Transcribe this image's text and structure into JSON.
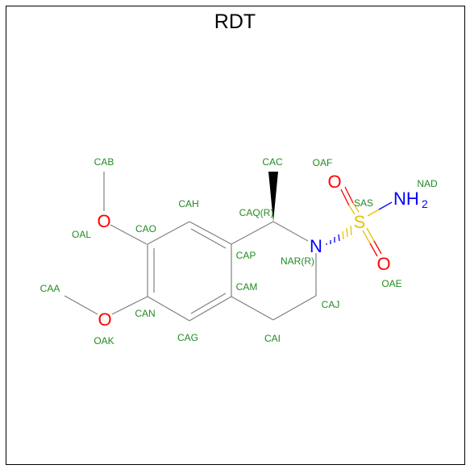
{
  "title": "RDT",
  "colors": {
    "bond": "#808080",
    "oxygen": "#ff0000",
    "nitrogen": "#0000ff",
    "sulfur": "#e6c300",
    "label": "#228b22"
  },
  "atoms": {
    "o_top": "O",
    "o_bottom": "O",
    "n_ring": "N",
    "s": "S",
    "o_sulfonyl_top": "O",
    "o_sulfonyl_bottom": "O",
    "nh2": "NH",
    "nh2_sub": "2"
  },
  "atom_labels": {
    "cab": "CAB",
    "oal": "OAL",
    "cao": "CAO",
    "cah": "CAH",
    "caq": "CAQ(R)",
    "cac": "CAC",
    "oaf": "OAF",
    "sas": "SAS",
    "nad": "NAD",
    "cap": "CAP",
    "nar": "NAR(R)",
    "oae": "OAE",
    "caa": "CAA",
    "cam": "CAM",
    "can": "CAN",
    "caj": "CAJ",
    "oak": "OAK",
    "cag": "CAG",
    "cai": "CAI"
  }
}
